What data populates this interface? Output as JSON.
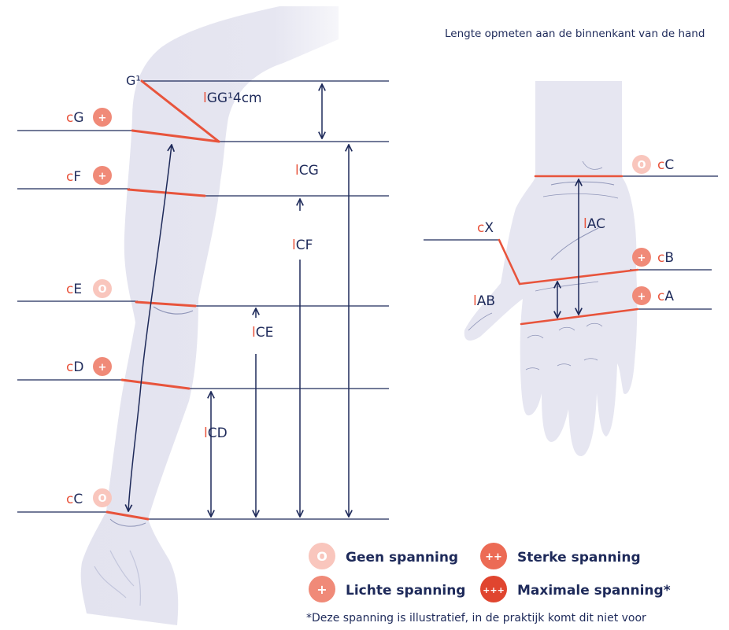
{
  "heading": "Lengte opmeten aan de binnenkant van de hand",
  "arm": {
    "circumferences": [
      {
        "prefix": "c",
        "letter": "G",
        "badge": "+"
      },
      {
        "prefix": "c",
        "letter": "F",
        "badge": "+"
      },
      {
        "prefix": "c",
        "letter": "E",
        "badge": "O"
      },
      {
        "prefix": "c",
        "letter": "D",
        "badge": "+"
      },
      {
        "prefix": "c",
        "letter": "C",
        "badge": "O"
      }
    ],
    "g1_label": "G¹",
    "lengths": {
      "gg1": {
        "prefix": "l",
        "text": "GG¹4cm"
      },
      "cg": {
        "prefix": "l",
        "text": "CG"
      },
      "cf": {
        "prefix": "l",
        "text": "CF"
      },
      "ce": {
        "prefix": "l",
        "text": "CE"
      },
      "cd": {
        "prefix": "l",
        "text": "CD"
      }
    }
  },
  "hand": {
    "circumferences": [
      {
        "prefix": "c",
        "letter": "C",
        "badge": "O"
      },
      {
        "prefix": "c",
        "letter": "X",
        "badge": ""
      },
      {
        "prefix": "c",
        "letter": "B",
        "badge": "+"
      },
      {
        "prefix": "c",
        "letter": "A",
        "badge": "+"
      }
    ],
    "lengths": {
      "ac": {
        "prefix": "l",
        "text": "AC"
      },
      "ab": {
        "prefix": "l",
        "text": "AB"
      }
    }
  },
  "legend": [
    {
      "symbol": "O",
      "label": "Geen spanning",
      "color": "#f9c6bd"
    },
    {
      "symbol": "++",
      "label": "Sterke spanning",
      "color": "#ec6b55"
    },
    {
      "symbol": "+",
      "label": "Lichte spanning",
      "color": "#f08a78"
    },
    {
      "symbol": "+++",
      "label": "Maximale spanning*",
      "color": "#e0452f"
    }
  ],
  "footnote": "*Deze spanning is illustratief, in de praktijk komt dit niet voor",
  "colors": {
    "navy": "#1e2a5a",
    "accent": "#e8543c",
    "limb": "#e6e6f1"
  }
}
